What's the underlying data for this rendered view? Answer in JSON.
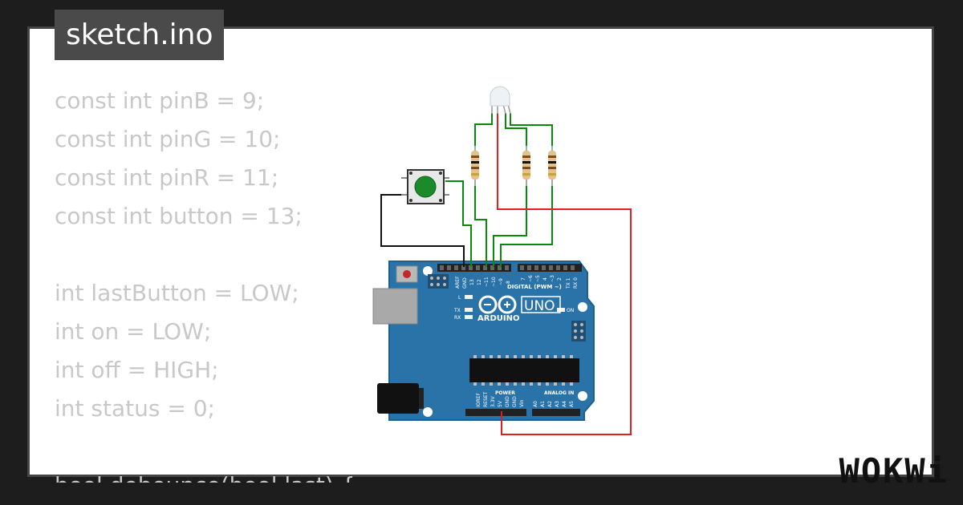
{
  "editor": {
    "tab_title": "sketch.ino",
    "code_lines": [
      "const int pinB = 9;",
      "const int pinG = 10;",
      "const int pinR = 11;",
      "const int button = 13;",
      "",
      "int lastButton = LOW;",
      "int on = LOW;",
      "int off = HIGH;",
      "int status = 0;",
      "",
      "bool debounce(bool last) {"
    ]
  },
  "board": {
    "brand": "ARDUINO",
    "model": "UNO",
    "header_digital": "DIGITAL (PWM ~)",
    "header_power": "POWER",
    "header_analog": "ANALOG IN",
    "labels": {
      "aref": "AREF",
      "gnd": "GND",
      "p13": "13",
      "p12": "12",
      "p11": "~11",
      "p10": "~10",
      "p9": "~9",
      "p8": "8",
      "p7": "7",
      "p6": "~6",
      "p5": "~5",
      "p4": "4",
      "p3": "~3",
      "p2": "2",
      "tx1": "TX 1",
      "rx0": "RX 0",
      "led_l": "L",
      "led_tx": "TX",
      "led_rx": "RX",
      "led_on": "ON",
      "ioref": "IOREF",
      "reset": "RESET",
      "v33": "3.3V",
      "v5": "5V",
      "gnd1": "GND",
      "gnd2": "GND",
      "vin": "Vin",
      "a0": "A0",
      "a1": "A1",
      "a2": "A2",
      "a3": "A3",
      "a4": "A4",
      "a5": "A5"
    },
    "color": "#2a73a8"
  },
  "wire_colors": {
    "green": "#0a8a0a",
    "red": "#e02020",
    "black": "#111111"
  },
  "logo": {
    "text": "WOKWi"
  }
}
